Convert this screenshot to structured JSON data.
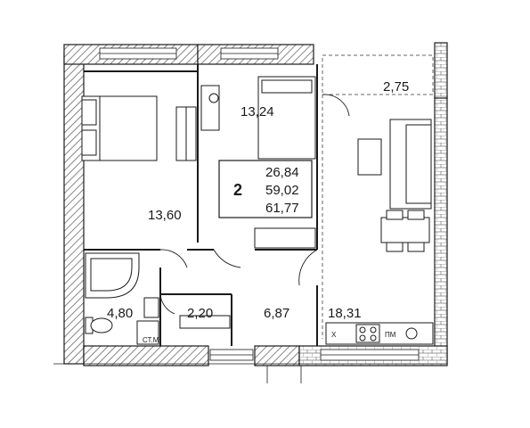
{
  "plan": {
    "apartment": {
      "rooms_count": "2",
      "living_area": "26,84",
      "total_area": "59,02",
      "total_with_balcony": "61,77"
    },
    "rooms": {
      "bedroom": "13,60",
      "second_room": "13,24",
      "balcony": "2,75",
      "kitchen_living": "18,31",
      "bathroom": "4,80",
      "toilet": "2,20",
      "hallway": "6,87"
    },
    "fixture_labels": {
      "washing_machine": "СТ.М.",
      "dishwasher": "ПМ",
      "fridge": "Х"
    },
    "colors": {
      "wall": "#1a1a1a",
      "hatch": "#555555",
      "dashed": "#666666"
    }
  }
}
